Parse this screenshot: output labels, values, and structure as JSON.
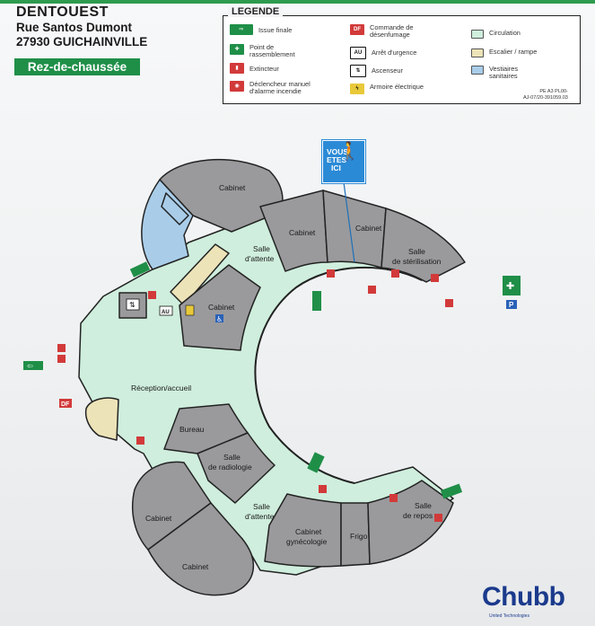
{
  "header": {
    "company": "DENTOUEST",
    "street": "Rue Santos Dumont",
    "city": "27930 GUICHAINVILLE",
    "floor": "Rez-de-chaussée"
  },
  "legend": {
    "title": "LEGENDE",
    "items": [
      {
        "label": "Issue finale",
        "icon": "exit-icon",
        "color": "#1f8f48"
      },
      {
        "label": "Point de rassemblement",
        "icon": "assembly-point-icon",
        "color": "#1f8f48"
      },
      {
        "label": "Extincteur",
        "icon": "extinguisher-icon",
        "color": "#d23a3a"
      },
      {
        "label": "Déclencheur manuel d'alarme incendie",
        "icon": "alarm-icon",
        "color": "#d23a3a"
      },
      {
        "label": "Commande de désenfumage",
        "icon": "smoke-control-icon",
        "color": "#d23a3a",
        "code": "DF"
      },
      {
        "label": "Arrêt d'urgence",
        "icon": "emergency-stop-icon",
        "color": "#ffffff",
        "code": "AU"
      },
      {
        "label": "Ascenseur",
        "icon": "elevator-icon",
        "color": "#ffffff"
      },
      {
        "label": "Armoire électrique",
        "icon": "electrical-cabinet-icon",
        "color": "#e8c93a"
      },
      {
        "label": "Circulation",
        "icon": "circulation-swatch",
        "color": "#cfeedd"
      },
      {
        "label": "Escalier / rampe",
        "icon": "stairs-swatch",
        "color": "#ede3b8"
      },
      {
        "label": "Vestiaires sanitaires",
        "icon": "sanitary-swatch",
        "color": "#a9cde9"
      }
    ],
    "reference": [
      "PE A3 PL00-",
      "AJ-07/20-391059.03"
    ]
  },
  "you_are_here": {
    "lines": [
      "VOUS",
      "ETES",
      "ICI"
    ]
  },
  "rooms": [
    {
      "id": "cabinet-top",
      "label": "Cabinet"
    },
    {
      "id": "cabinet-2",
      "label": "Cabinet"
    },
    {
      "id": "cabinet-3",
      "label": "Cabinet"
    },
    {
      "id": "salle-sterilisation",
      "label": "Salle de stérilisation"
    },
    {
      "id": "salle-attente-1",
      "label": "Salle d'attente"
    },
    {
      "id": "cabinet-center",
      "label": "Cabinet"
    },
    {
      "id": "reception",
      "label": "Réception/accueil"
    },
    {
      "id": "bureau",
      "label": "Bureau"
    },
    {
      "id": "salle-radiologie",
      "label": "Salle de radiologie"
    },
    {
      "id": "salle-attente-2",
      "label": "Salle d'attente"
    },
    {
      "id": "cabinet-bl1",
      "label": "Cabinet"
    },
    {
      "id": "cabinet-bl2",
      "label": "Cabinet"
    },
    {
      "id": "cabinet-gyneco",
      "label": "Cabinet gynécologie"
    },
    {
      "id": "frigo",
      "label": "Frigo"
    },
    {
      "id": "salle-repos",
      "label": "Salle de repos"
    }
  ],
  "markers": {
    "df": "DF",
    "au": "AU",
    "parking": "P"
  },
  "colors": {
    "room": "#9a9a9c",
    "circulation": "#cfeedd",
    "stairs": "#ede3b8",
    "sanitary": "#a9cde9",
    "exit": "#1f8f48",
    "fire": "#d23a3a"
  },
  "brand": {
    "name": "Chubb",
    "sub": "United Technologies"
  }
}
